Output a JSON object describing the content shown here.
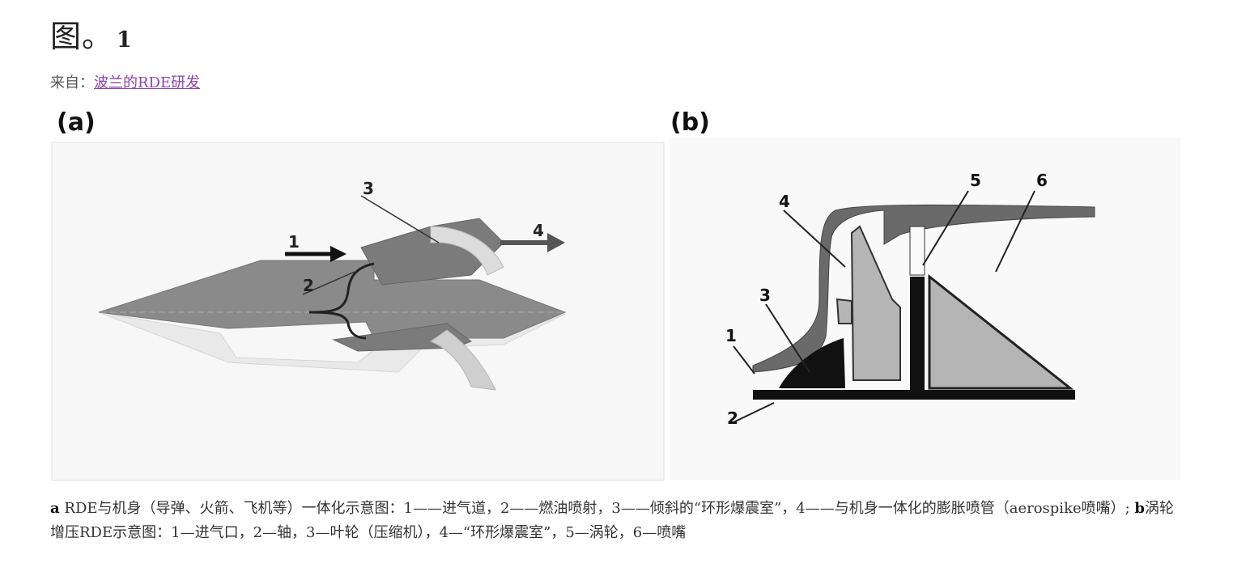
{
  "figure": {
    "title": "图。",
    "number": "1"
  },
  "source": {
    "prefix": "来自：",
    "link_text": "波兰的RDE研发"
  },
  "panel_a": {
    "label": "(a)",
    "callouts": [
      "1",
      "2",
      "3",
      "4"
    ]
  },
  "panel_b": {
    "label": "(b)",
    "callouts": [
      "1",
      "2",
      "3",
      "4",
      "5",
      "6"
    ]
  },
  "caption": {
    "a_letter": "a",
    "a_text": " RDE与机身（导弹、火箭、飞机等）一体化示意图：1——进气道，2——燃油喷射，3——倾斜的“环形爆震室”，4——与机身一体化的膨胀喷管（aerospike喷嘴）; ",
    "b_letter": "b",
    "b_text": "涡轮增压RDE示意图：1—进气口，2—轴，3—叶轮（压缩机），4—“环形爆震室”，5—涡轮，6—喷嘴"
  }
}
